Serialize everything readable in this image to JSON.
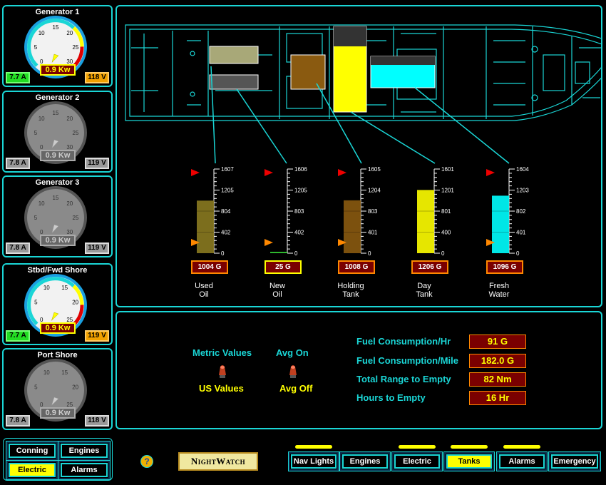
{
  "generators": [
    {
      "title": "Generator 1",
      "amps": "7.7 A",
      "kw": "0.9 Kw",
      "volts": "118 V",
      "state": "on",
      "scale": [
        0,
        5,
        10,
        15,
        20,
        25,
        30
      ],
      "unit": "Kw",
      "needle": 0.9
    },
    {
      "title": "Generator 2",
      "amps": "7.8 A",
      "kw": "0.9 Kw",
      "volts": "119 V",
      "state": "off",
      "scale": [
        0,
        5,
        10,
        15,
        20,
        25,
        30
      ],
      "unit": "Kw",
      "needle": 0.9
    },
    {
      "title": "Generator 3",
      "amps": "7.8 A",
      "kw": "0.9 Kw",
      "volts": "119 V",
      "state": "off",
      "scale": [
        0,
        5,
        10,
        15,
        20,
        25,
        30
      ],
      "unit": "Kw",
      "needle": 0.9
    },
    {
      "title": "Stbd/Fwd Shore",
      "amps": "7.7 A",
      "kw": "0.9 Kw",
      "volts": "119 V",
      "state": "on",
      "scale": [
        0,
        5,
        10,
        15,
        20,
        25
      ],
      "unit": "Kw",
      "needle": 0.9
    },
    {
      "title": "Port Shore",
      "amps": "7.8 A",
      "kw": "0.9 Kw",
      "volts": "118 V",
      "state": "off",
      "scale": [
        0,
        5,
        10,
        15,
        20,
        25
      ],
      "unit": "Kw",
      "needle": 0.9
    }
  ],
  "tanks": [
    {
      "name1": "Used",
      "name2": "Oil",
      "value": "1004 G",
      "max": 1607,
      "ticks": [
        "1607",
        "1205",
        "804",
        "402",
        "0"
      ],
      "level": 1004,
      "color": "#8a7a20",
      "alarm": "#f80"
    },
    {
      "name1": "New",
      "name2": "Oil",
      "value": "25 G",
      "max": 1606,
      "ticks": [
        "1606",
        "1205",
        "803",
        "402",
        "0"
      ],
      "level": 25,
      "color": "#3c3",
      "alarm": "#f80"
    },
    {
      "name1": "Holding",
      "name2": "Tank",
      "value": "1008 G",
      "max": 1605,
      "ticks": [
        "1605",
        "1204",
        "803",
        "401",
        "0"
      ],
      "level": 1008,
      "color": "#8a5a10",
      "alarm": "#f80"
    },
    {
      "name1": "Day",
      "name2": "Tank",
      "value": "1206 G",
      "max": 1601,
      "ticks": [
        "1601",
        "1201",
        "801",
        "400",
        "0"
      ],
      "level": 1206,
      "color": "#ff0",
      "alarm": null
    },
    {
      "name1": "Fresh",
      "name2": "Water",
      "value": "1096 G",
      "max": 1604,
      "ticks": [
        "1604",
        "1203",
        "802",
        "401",
        "0"
      ],
      "level": 1096,
      "color": "#0ff",
      "alarm": "#f80"
    }
  ],
  "controls": {
    "metric_label": "Metric Values",
    "us_label": "US Values",
    "avg_on_label": "Avg On",
    "avg_off_label": "Avg Off"
  },
  "fuel": [
    {
      "label": "Fuel Consumption/Hr",
      "value": "91 G"
    },
    {
      "label": "Fuel Consumption/Mile",
      "value": "182.0 G"
    },
    {
      "label": "Total Range to Empty",
      "value": "82 Nm"
    },
    {
      "label": "Hours to Empty",
      "value": "16 Hr"
    }
  ],
  "left_nav": [
    {
      "label": "Conning",
      "active": false
    },
    {
      "label": "Engines",
      "active": false
    },
    {
      "label": "Electric",
      "active": true
    },
    {
      "label": "Alarms",
      "active": false
    }
  ],
  "bottom_nav": [
    {
      "label": "Nav Lights",
      "active": false,
      "indicator": true
    },
    {
      "label": "Engines",
      "active": false,
      "indicator": false
    },
    {
      "label": "Electric",
      "active": false,
      "indicator": true
    },
    {
      "label": "Tanks",
      "active": true,
      "indicator": true
    },
    {
      "label": "Alarms",
      "active": false,
      "indicator": true
    },
    {
      "label": "Emergency",
      "active": false,
      "indicator": false
    }
  ],
  "help_label": "?",
  "logo_text": "NightWatch",
  "colors": {
    "border": "#1ad6d6",
    "active": "#ffff00",
    "readout_bg": "#7a0000"
  }
}
